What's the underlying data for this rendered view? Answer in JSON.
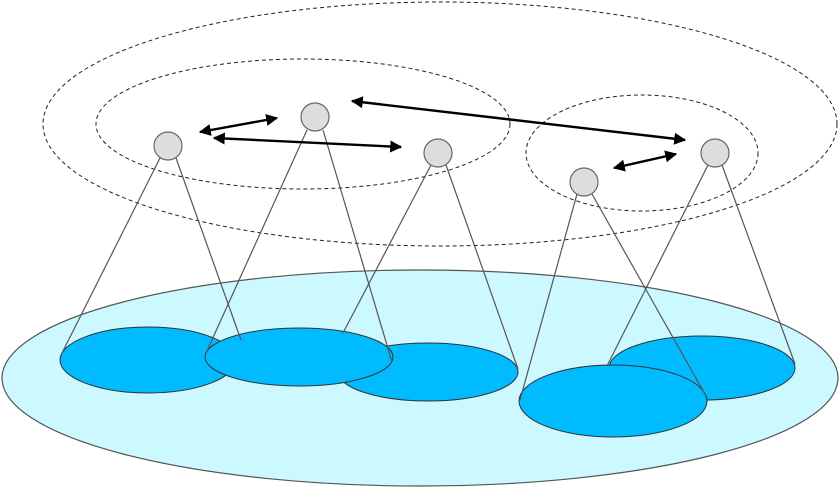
{
  "colors": {
    "ground_fill": "#ccf8ff",
    "ground_stroke": "#555555",
    "footprint_fill": "#00bbff",
    "footprint_stroke": "#333333",
    "node_fill": "#dddddd",
    "node_stroke": "#666666",
    "cone_stroke": "#555555",
    "ring_stroke": "#222222",
    "arrow_stroke": "#000000"
  },
  "nodes": [
    "node-1",
    "node-2",
    "node-3",
    "node-4",
    "node-5"
  ],
  "links": [
    {
      "from": "node-1",
      "to": "node-2"
    },
    {
      "from": "node-1",
      "to": "node-3"
    },
    {
      "from": "node-2",
      "to": "node-5"
    },
    {
      "from": "node-4",
      "to": "node-5"
    }
  ],
  "groups": [
    "outer-group",
    "left-group",
    "right-group"
  ]
}
